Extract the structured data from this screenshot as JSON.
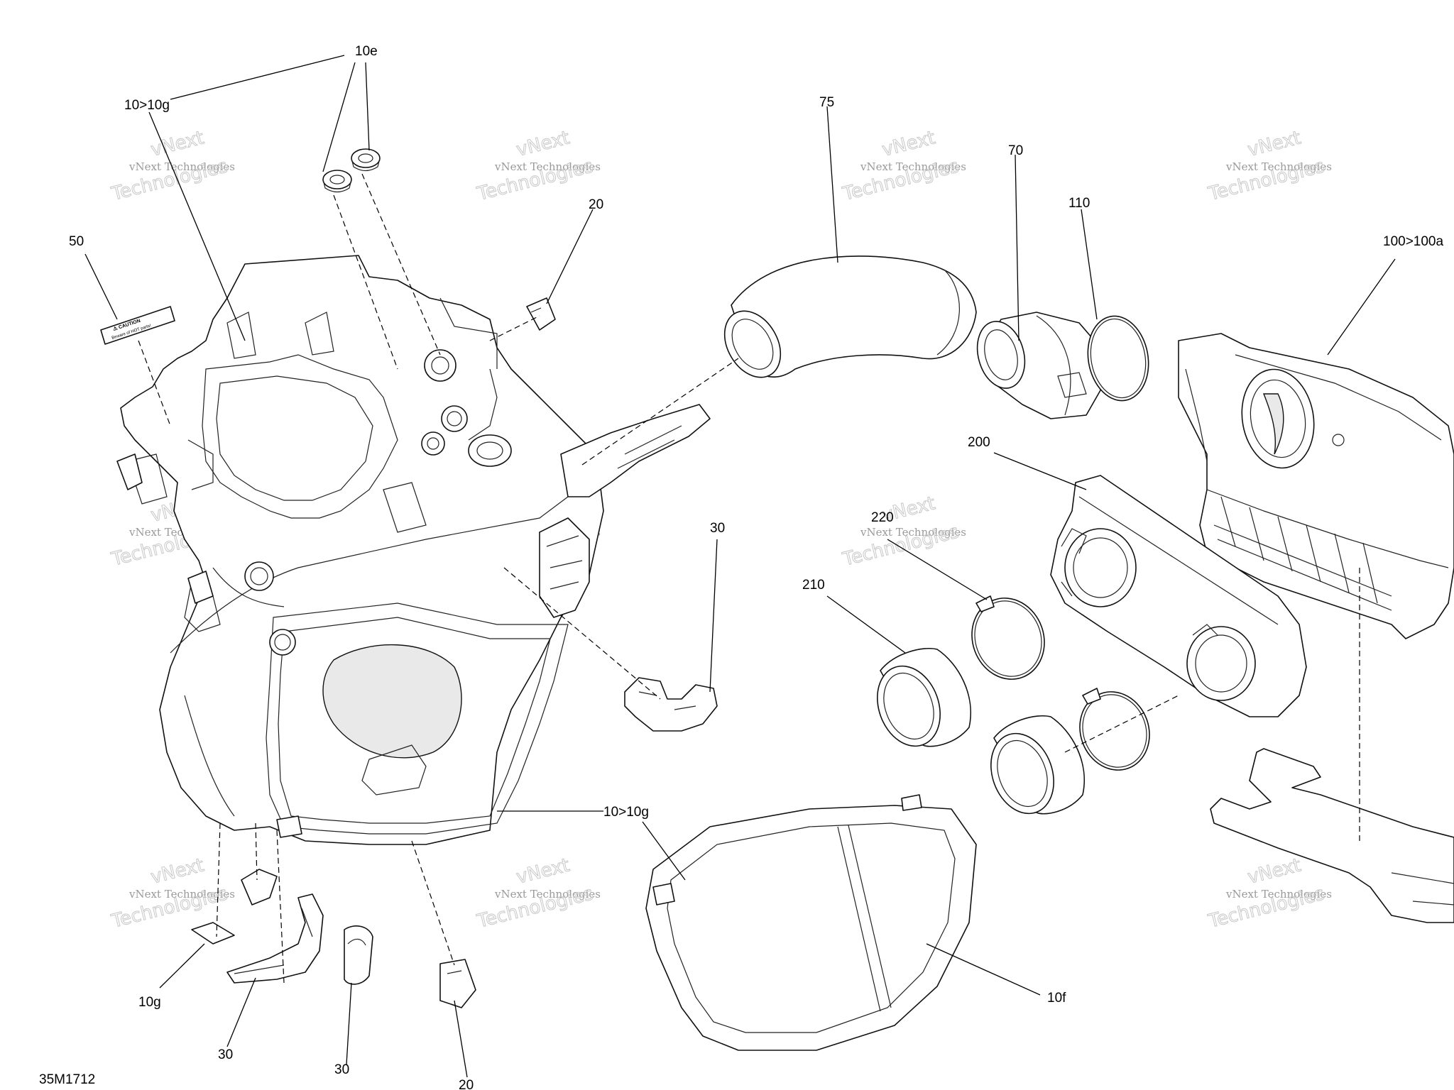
{
  "diagram": {
    "drawing_number": "35M1712",
    "watermark": {
      "line1": "vNext Technologies",
      "line2": "vNext",
      "line3": "Technologies"
    },
    "label_text": {
      "line1": "⚠ CAUTION",
      "line2": "Beware of HOT parts!"
    },
    "callouts": [
      {
        "id": "c-10e",
        "text": "10e"
      },
      {
        "id": "c-10-10g-top",
        "text": "10>10g"
      },
      {
        "id": "c-50",
        "text": "50"
      },
      {
        "id": "c-20-top",
        "text": "20"
      },
      {
        "id": "c-75",
        "text": "75"
      },
      {
        "id": "c-70",
        "text": "70"
      },
      {
        "id": "c-110",
        "text": "110"
      },
      {
        "id": "c-100-100a",
        "text": "100>100a"
      },
      {
        "id": "c-200",
        "text": "200"
      },
      {
        "id": "c-220",
        "text": "220"
      },
      {
        "id": "c-210",
        "text": "210"
      },
      {
        "id": "c-30-right",
        "text": "30"
      },
      {
        "id": "c-10-10g-mid",
        "text": "10>10g"
      },
      {
        "id": "c-10f",
        "text": "10f"
      },
      {
        "id": "c-10g",
        "text": "10g"
      },
      {
        "id": "c-30-left",
        "text": "30"
      },
      {
        "id": "c-30-mid",
        "text": "30"
      },
      {
        "id": "c-20-bottom",
        "text": "20"
      }
    ]
  }
}
